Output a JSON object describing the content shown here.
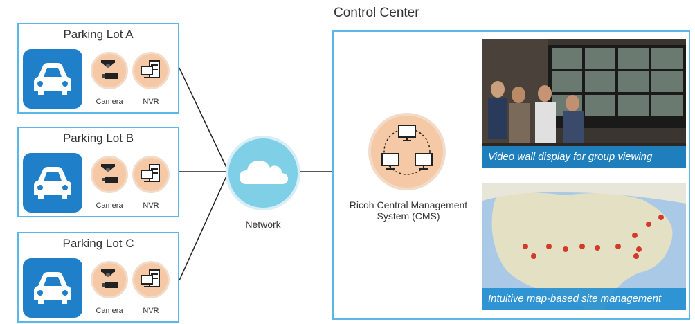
{
  "control_center": {
    "title": "Control Center",
    "cms_label": "Ricoh Central Management System (CMS)",
    "video_wall_caption": "Video wall display for group viewing",
    "map_caption": "Intuitive map-based site management"
  },
  "network": {
    "label": "Network"
  },
  "lots": [
    {
      "title": "Parking Lot A",
      "camera_label": "Camera",
      "nvr_label": "NVR"
    },
    {
      "title": "Parking Lot B",
      "camera_label": "Camera",
      "nvr_label": "NVR"
    },
    {
      "title": "Parking Lot C",
      "camera_label": "Camera",
      "nvr_label": "NVR"
    }
  ],
  "icons": [
    "car-icon",
    "security-camera-icon",
    "nvr-server-icon",
    "cloud-icon",
    "monitor-network-icon"
  ],
  "colors": {
    "border": "#5bb8e6",
    "car_tile": "#1f7fc8",
    "device_circle": "#f5c9a6",
    "network_circle": "#7fd0e6",
    "caption_bg": "#1e8cd2"
  }
}
